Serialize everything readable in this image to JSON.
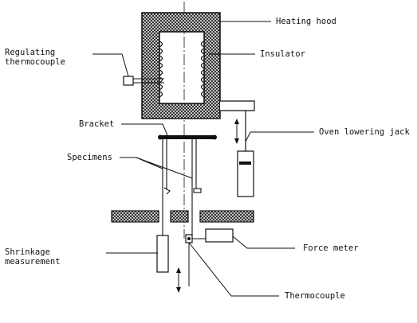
{
  "labels": {
    "heating_hood": "Heating hood",
    "insulator": "Insulator",
    "regulating_thermocouple_line1": "Regulating",
    "regulating_thermocouple_line2": "thermocouple",
    "bracket": "Bracket",
    "oven_lowering_jack": "Oven lowering jack",
    "specimens": "Specimens",
    "shrinkage_measurement_line1": "Shrinkage",
    "shrinkage_measurement_line2": "measurement",
    "force_meter": "Force meter",
    "thermocouple": "Thermocouple"
  },
  "colors": {
    "ink": "#111111",
    "paper": "#ffffff",
    "hatch_fill": "#2a2a2a"
  }
}
